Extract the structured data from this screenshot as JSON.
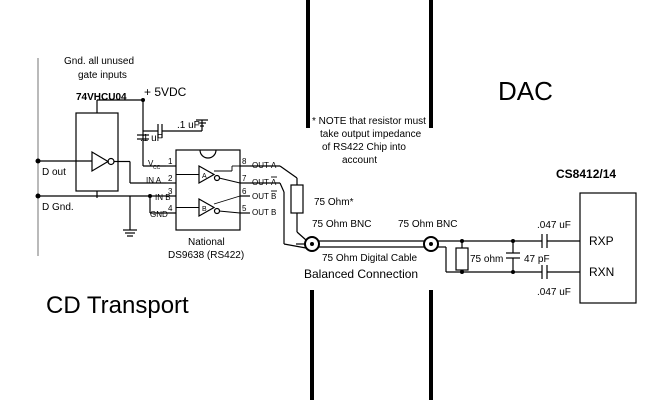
{
  "labels": {
    "gnd_unused_1": "Gnd. all unused",
    "gnd_unused_2": "gate inputs",
    "chip_74vhc": "74VHCU04",
    "vdc": "+ 5VDC",
    "cap1": ".1 uF",
    "cap2": ".1 uF",
    "note_1": "* NOTE that resistor must",
    "note_2": "take output impedance",
    "note_3": "of RS422 Chip into",
    "note_4": "account",
    "dac": "DAC",
    "cs8412": "CS8412/14",
    "d_out": "D out",
    "d_gnd": "D Gnd.",
    "pin_vcc": "V",
    "pin_vcc_sub": "CC",
    "pin_in_a": "IN A",
    "pin_in_b": "IN B",
    "pin_gnd": "GND",
    "pin_out_a": "OUT",
    "pin_out_a_suffix": "A",
    "pin_out_abar": "OUT",
    "pin_out_abar_suffix": "A",
    "pin_out_b": "OUT",
    "pin_out_b_suffix": "B",
    "pin_out_bbar": "OUT",
    "pin_out_bbar_suffix": "B",
    "num_1": "1",
    "num_2": "2",
    "num_3": "3",
    "num_4": "4",
    "num_5": "5",
    "num_6": "6",
    "num_7": "7",
    "num_8": "8",
    "gate_a": "A",
    "gate_b": "B",
    "national": "National",
    "ds9638": "DS9638 (RS422)",
    "ohm75_star": "75 Ohm*",
    "bnc_left": "75 Ohm BNC",
    "bnc_right": "75 Ohm BNC",
    "cable": "75 Ohm Digital Cable",
    "balanced": "Balanced Connection",
    "ohm75_small": "75 ohm",
    "pf47": "47 pF",
    "cap_top": ".047 uF",
    "cap_bot": ".047 uF",
    "rxp": "RXP",
    "rxn": "RXN",
    "cd_transport": "CD Transport"
  }
}
